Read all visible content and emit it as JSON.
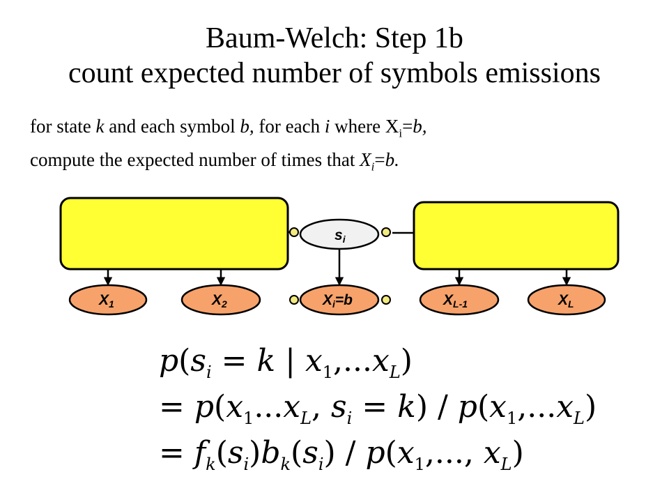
{
  "slide": {
    "title_line1": "Baum-Welch: Step 1b",
    "title_line2": "count expected number of symbols emissions",
    "body": {
      "l1_a": "for state ",
      "l1_k": "k",
      "l1_b": " and each symbol ",
      "l1_sym": "b,",
      "l1_c": " for each ",
      "l1_i": "i",
      "l1_d": " where X",
      "l1_sub": "i",
      "l1_e": "=",
      "l1_f": "b,",
      "l2_a": "compute the expected number of times that ",
      "l2_x": "X",
      "l2_sub": "i",
      "l2_b": "=",
      "l2_c": "b."
    }
  },
  "diagram": {
    "colors": {
      "box_fill": "#ffff33",
      "node_fill": "#f7a26b",
      "si_fill": "#f1f1f1",
      "stroke": "#000000",
      "dot_fill": "#f3ea80"
    },
    "state_node": {
      "base": "s",
      "sub": "i"
    },
    "emission_nodes": [
      {
        "base": "X",
        "sub": "1",
        "tail": ""
      },
      {
        "base": "X",
        "sub": "2",
        "tail": ""
      },
      {
        "base": "X",
        "sub": "i",
        "tail": "=b"
      },
      {
        "base": "X",
        "sub": "L-1",
        "tail": ""
      },
      {
        "base": "X",
        "sub": "L",
        "tail": ""
      }
    ]
  },
  "equations": {
    "line1": {
      "p": "p",
      "s": "s",
      "s_sub": "i",
      "eq": " = ",
      "k": "k",
      "bar": " | ",
      "x1": "x",
      "x1_sub": "1",
      "dots": ",...",
      "xL": "x",
      "xL_sub": "L"
    },
    "line2": {
      "lead": "= ",
      "p": "p",
      "x1": "x",
      "x1_sub": "1",
      "dots": "...",
      "xL": "x",
      "xL_sub": "L",
      "comma": ", ",
      "s": "s",
      "s_sub": "i",
      "eq": " = ",
      "k": "k",
      "slash": " / ",
      "p2": "p",
      "x1b": "x",
      "x1b_sub": "1",
      "dots2": ",...",
      "xLb": "x",
      "xLb_sub": "L"
    },
    "line3": {
      "lead": "= ",
      "f": "f",
      "f_sub": "k",
      "s": "s",
      "s_sub": "i",
      "b": "b",
      "b_sub": "k",
      "s2": "s",
      "s2_sub": "i",
      "slash": " / ",
      "p": "p",
      "x1": "x",
      "x1_sub": "1",
      "dots": ",..., ",
      "xL": "x",
      "xL_sub": "L"
    }
  }
}
